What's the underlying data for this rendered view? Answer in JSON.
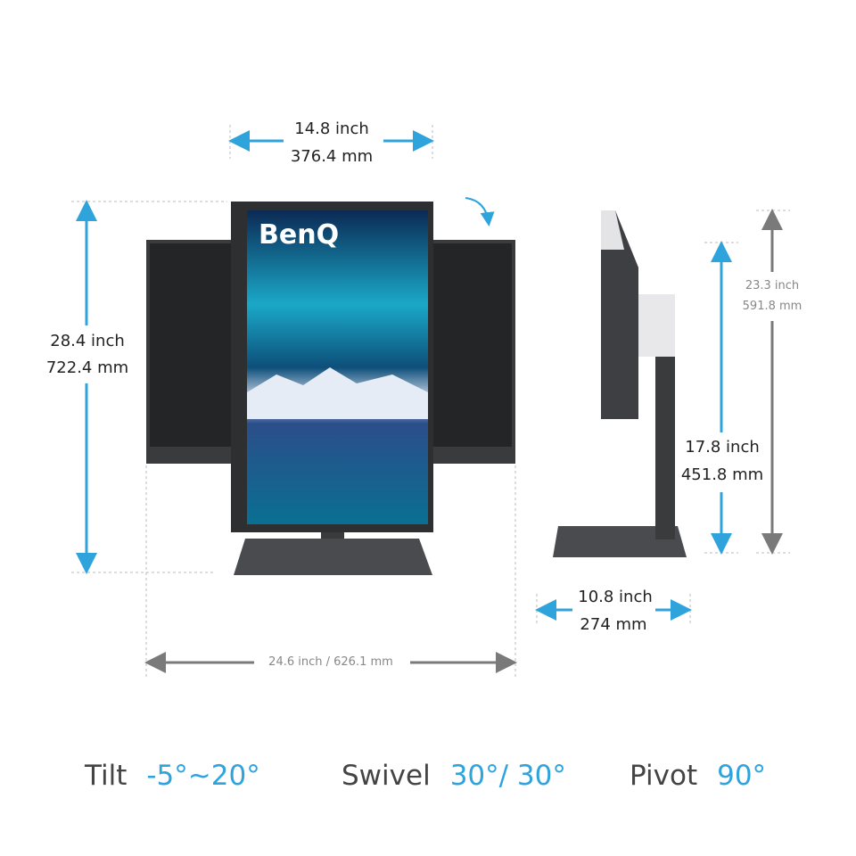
{
  "colors": {
    "accent": "#2fa3dc",
    "gray_arrow": "#7a7a7a",
    "monitor": "#2e2f31"
  },
  "brand": "BenQ",
  "dimensions": {
    "width_portrait": {
      "inch": "14.8 inch",
      "mm": "376.4 mm"
    },
    "height_max": {
      "inch": "28.4 inch",
      "mm": "722.4 mm"
    },
    "width_total": "24.6 inch / 626.1 mm",
    "side_height_max": {
      "inch": "23.3 inch",
      "mm": "591.8 mm"
    },
    "side_height_min": {
      "inch": "17.8 inch",
      "mm": "451.8 mm"
    },
    "depth": {
      "inch": "10.8 inch",
      "mm": "274 mm"
    }
  },
  "specs": [
    {
      "label": "Tilt",
      "value": "-5°~20°"
    },
    {
      "label": "Swivel",
      "value": "30°/ 30°"
    },
    {
      "label": "Pivot",
      "value": "90°"
    }
  ]
}
